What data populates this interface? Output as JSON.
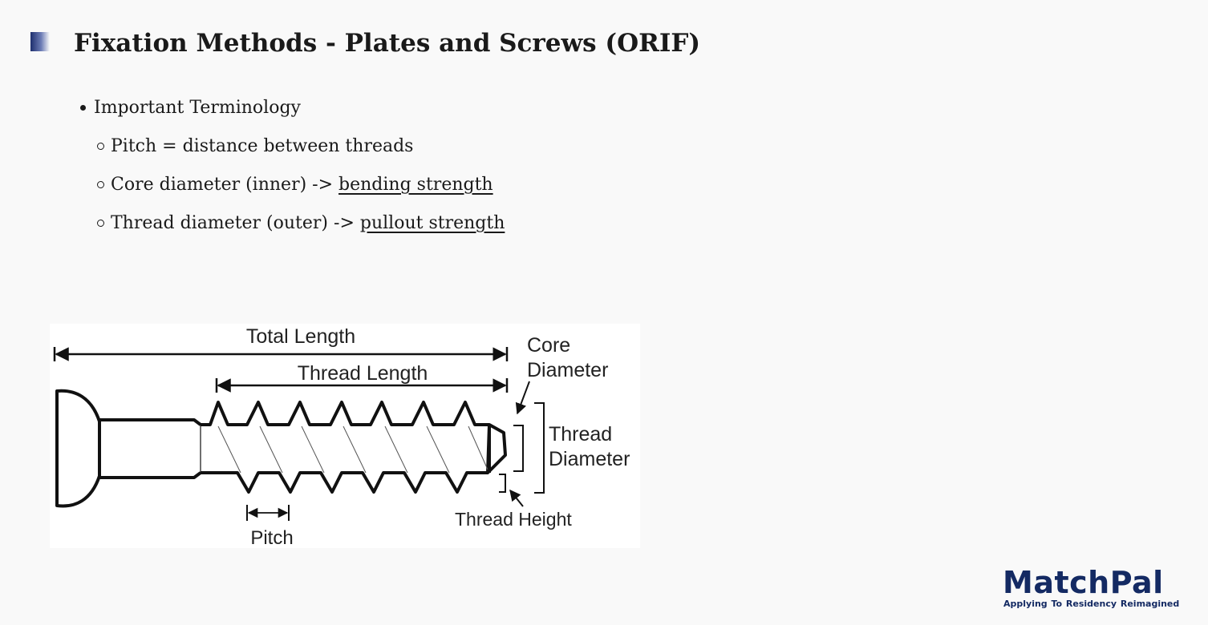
{
  "slide": {
    "title": "Fixation Methods - Plates and Screws (ORIF)",
    "bullets": [
      {
        "text": "Important Terminology",
        "sub": [
          {
            "text": "Pitch = distance between threads",
            "underlined": ""
          },
          {
            "text": "Core diameter (inner) -> ",
            "underlined": "bending strength"
          },
          {
            "text": "Thread diameter (outer) -> ",
            "underlined": "pullout strength"
          }
        ]
      }
    ]
  },
  "figure": {
    "labels": {
      "total_length": "Total Length",
      "thread_length": "Thread Length",
      "core_line1": "Core",
      "core_line2": "Diameter",
      "thread_diam_line1": "Thread",
      "thread_diam_line2": "Diameter",
      "thread_height": "Thread Height",
      "pitch": "Pitch"
    }
  },
  "logo": {
    "word": "MatchPal",
    "tagline": "Applying To Residency  Reimagined",
    "color": "#142a63"
  }
}
